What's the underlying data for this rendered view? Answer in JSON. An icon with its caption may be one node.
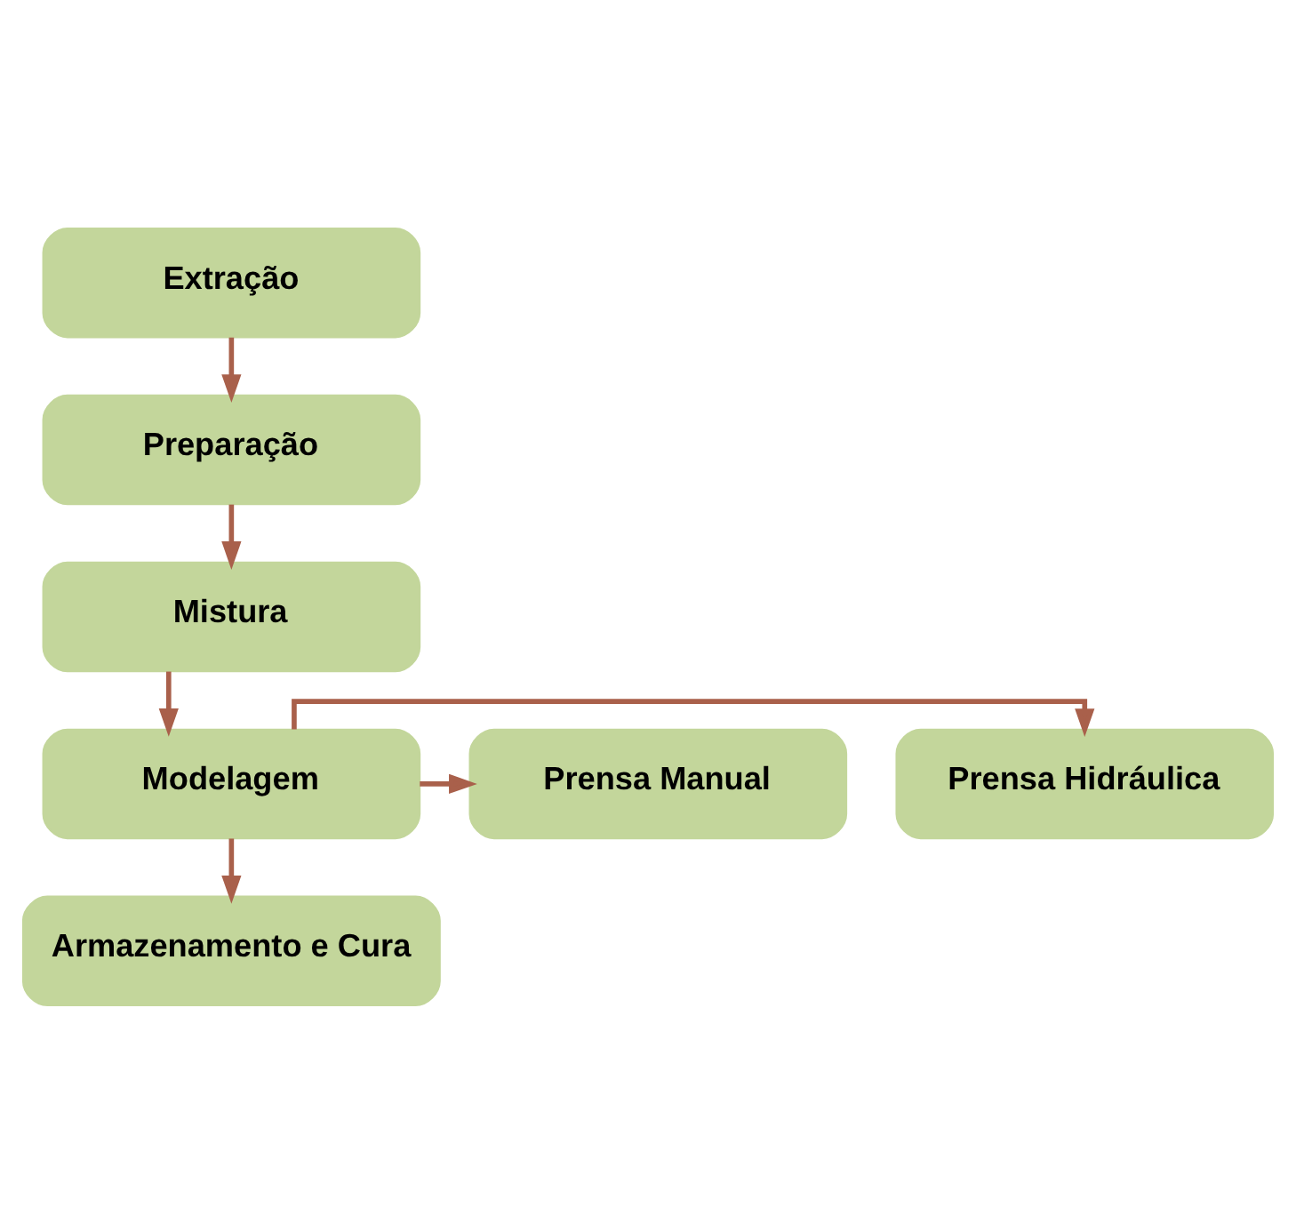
{
  "diagram": {
    "nodes": [
      {
        "text": [
          "Extração"
        ]
      },
      {
        "text": [
          "Preparação"
        ]
      },
      {
        "text": [
          "Mistura"
        ]
      },
      {
        "text": [
          "Modelagem"
        ]
      },
      {
        "text": [
          "Prensa Hidráulica"
        ]
      },
      {
        "text": [
          "Prensa Manual"
        ]
      },
      {
        "text": [
          "Armazenamento e Cura"
        ]
      }
    ],
    "edges": [
      {
        "from": 0,
        "to": 1,
        "arrow": "to"
      },
      {
        "from": 1,
        "to": 2,
        "arrow": "to"
      },
      {
        "from": 2,
        "to": 3,
        "arrow": "to"
      },
      {
        "from": 3,
        "to": 4,
        "arrow": "to"
      },
      {
        "from": 3,
        "to": 5,
        "arrow": "to"
      },
      {
        "from": 3,
        "to": 6,
        "arrow": "to"
      }
    ]
  }
}
